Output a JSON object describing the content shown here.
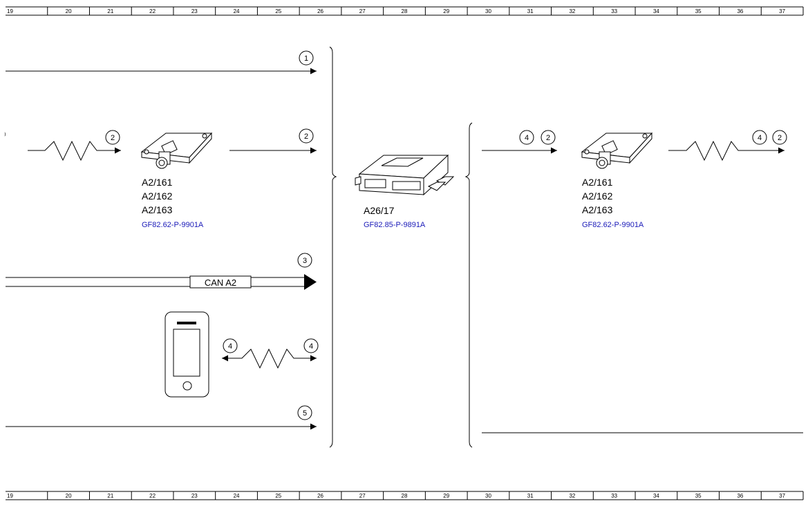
{
  "ruler": {
    "columns": [
      "19",
      "20",
      "21",
      "22",
      "23",
      "24",
      "25",
      "26",
      "27",
      "28",
      "29",
      "30",
      "31",
      "32",
      "33",
      "34",
      "35",
      "36",
      "37"
    ]
  },
  "components": {
    "left_module": {
      "labels": [
        "A2/161",
        "A2/162",
        "A2/163"
      ],
      "ref": "GF82.62-P-9901A"
    },
    "center_unit": {
      "label": "A26/17",
      "ref": "GF82.85-P-9891A"
    },
    "right_module": {
      "labels": [
        "A2/161",
        "A2/162",
        "A2/163"
      ],
      "ref": "GF82.62-P-9901A"
    }
  },
  "bus": {
    "label": "CAN A2"
  },
  "markers": {
    "m1": "1",
    "m2": "2",
    "m3": "3",
    "m4": "4",
    "m5": "5"
  },
  "colors": {
    "line": "#000000",
    "link": "#1a1ab8"
  }
}
